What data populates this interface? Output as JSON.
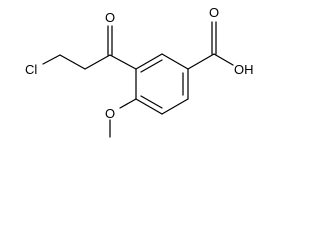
{
  "structure": {
    "labels": {
      "chlorine": "Cl",
      "ketone_oxygen": "O",
      "acid_carbonyl_oxygen": "O",
      "acid_hydroxyl": "OH",
      "methoxy_oxygen": "O"
    }
  }
}
